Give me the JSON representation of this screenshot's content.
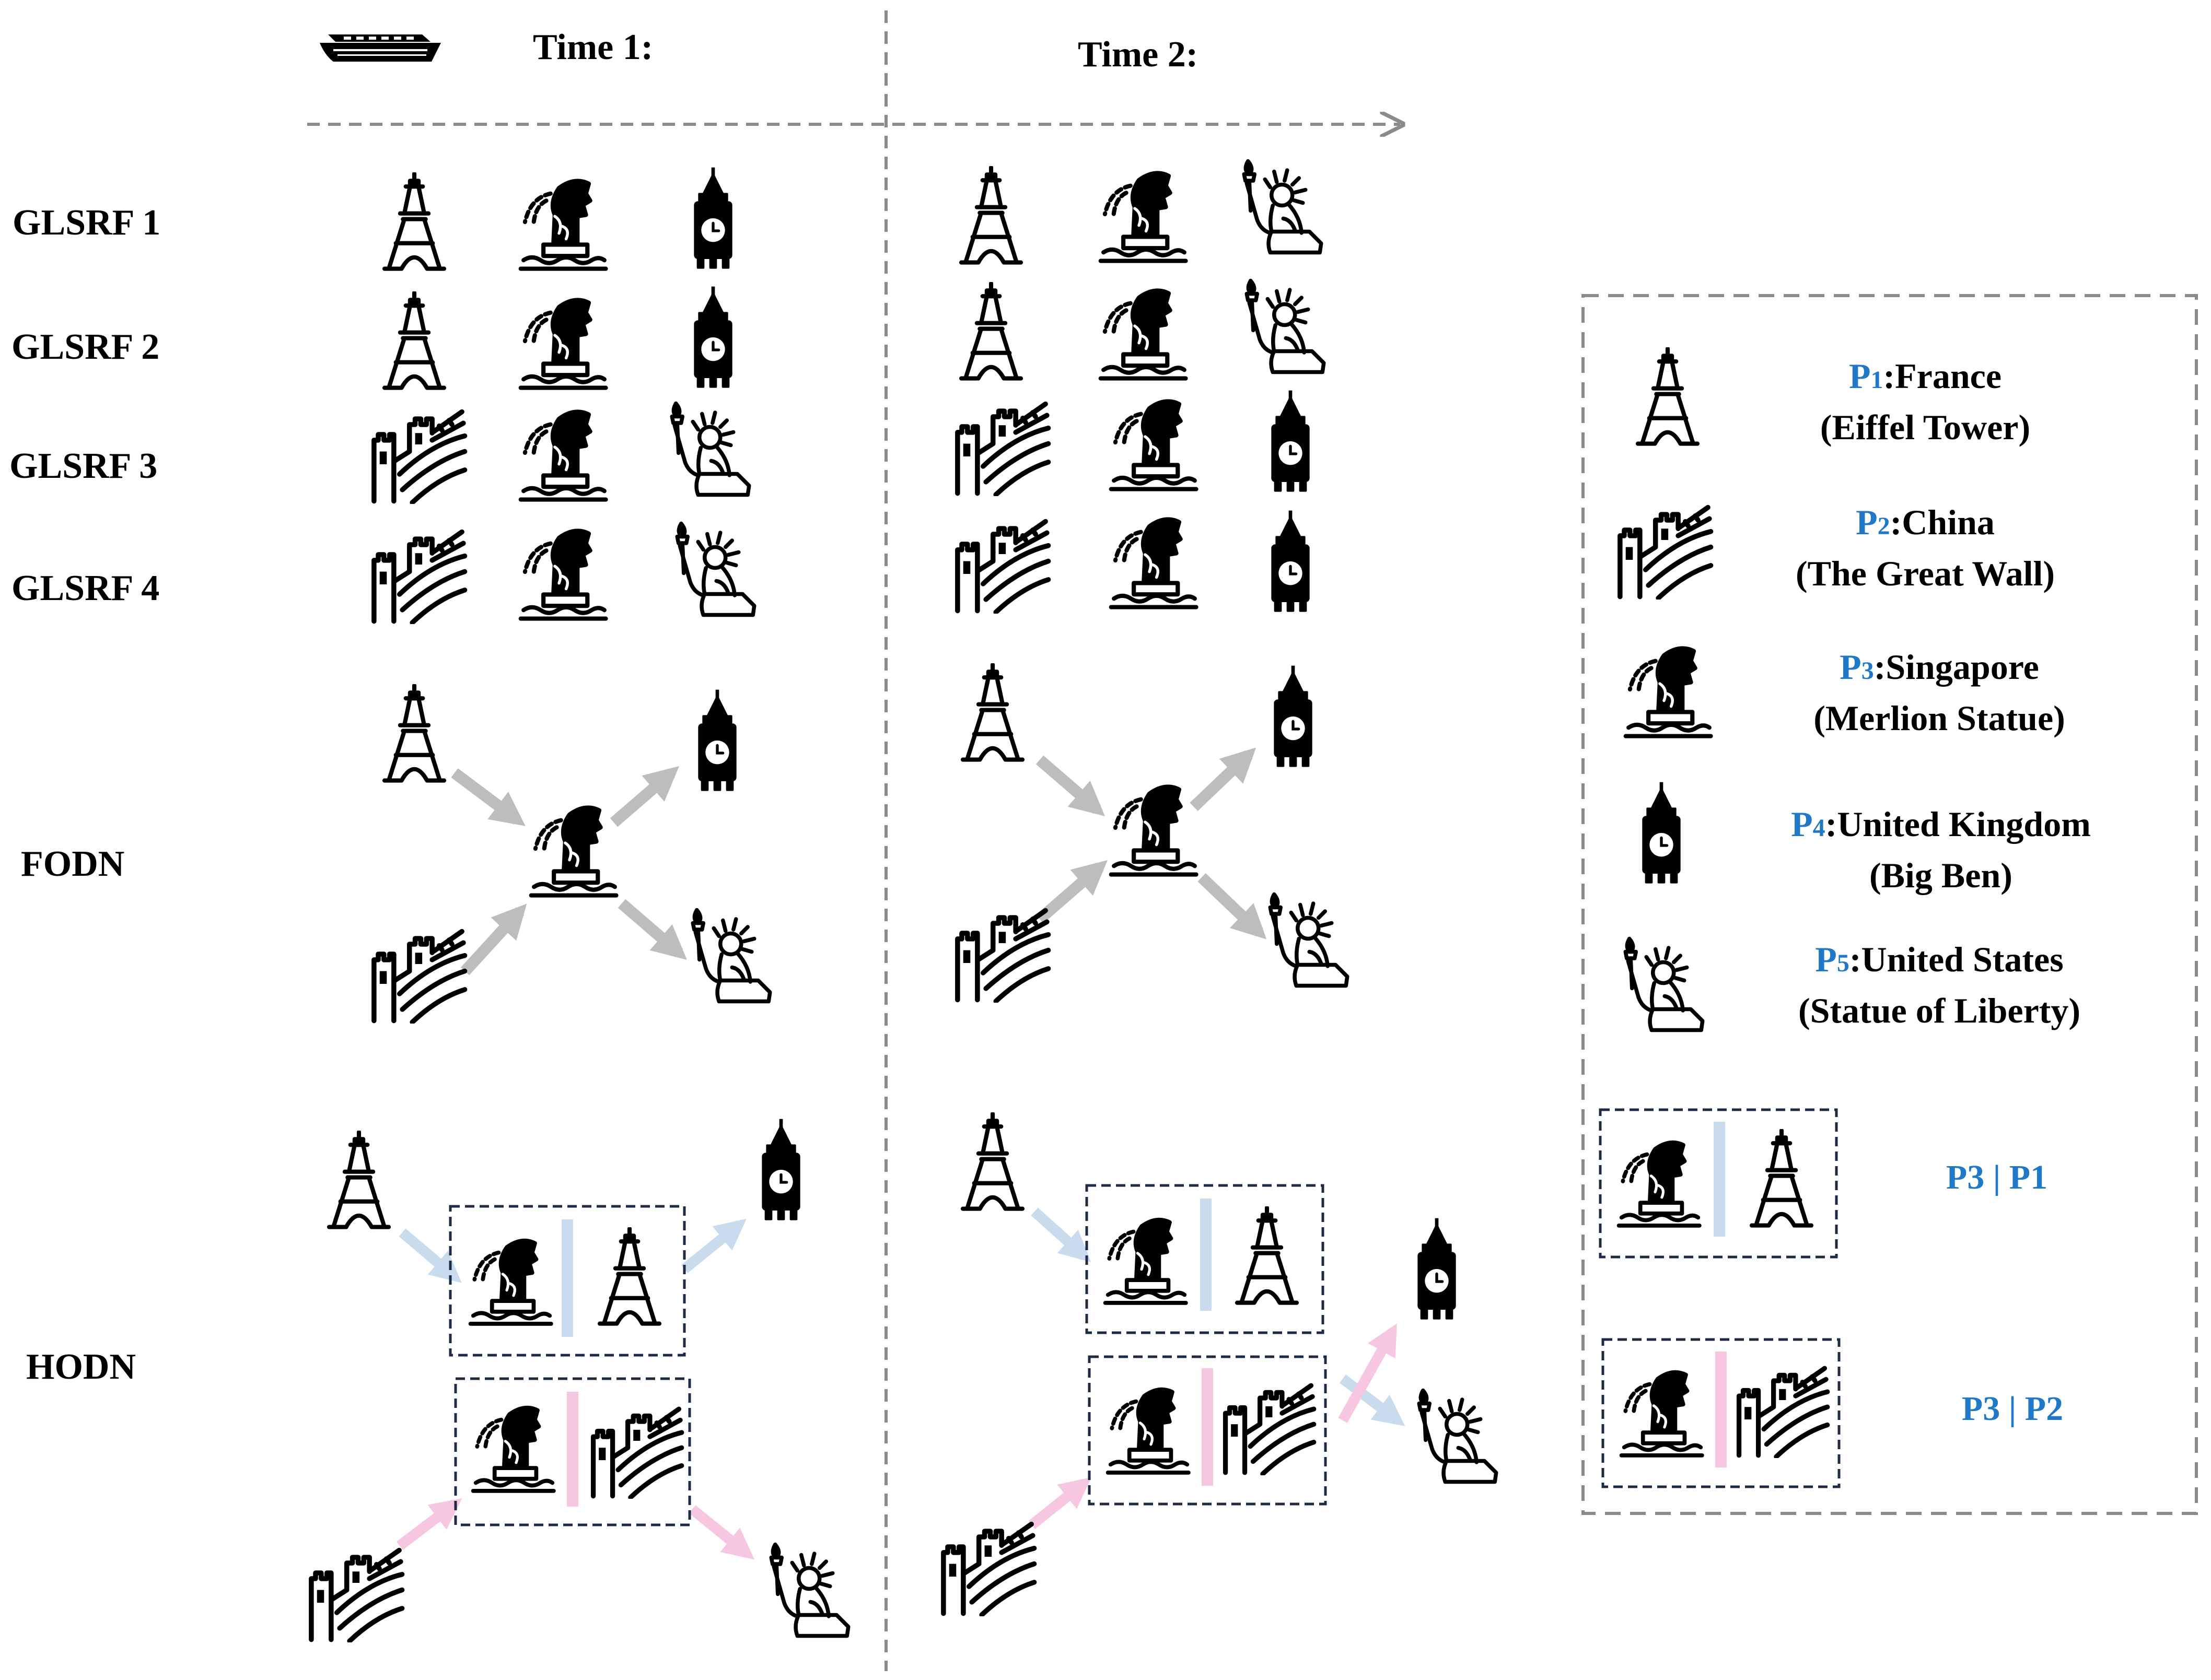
{
  "header": {
    "time1": "Time 1:",
    "time2": "Time 2:",
    "ship_icon": "cruise-ship-icon"
  },
  "rows": {
    "glsrf1": "GLSRF 1",
    "glsrf2": "GLSRF 2",
    "glsrf3": "GLSRF 3",
    "glsrf4": "GLSRF 4",
    "fodn": "FODN",
    "hodn": "HODN"
  },
  "icons": {
    "P1": "eiffel-tower-icon",
    "P2": "great-wall-icon",
    "P3": "merlion-icon",
    "P4": "big-ben-icon",
    "P5": "statue-of-liberty-icon"
  },
  "time1_sequences": {
    "glsrf1": [
      "P1",
      "P3",
      "P4"
    ],
    "glsrf2": [
      "P1",
      "P3",
      "P4"
    ],
    "glsrf3": [
      "P2",
      "P3",
      "P5"
    ],
    "glsrf4": [
      "P2",
      "P3",
      "P5"
    ]
  },
  "time2_sequences": {
    "glsrf1": [
      "P1",
      "P3",
      "P5"
    ],
    "glsrf2": [
      "P1",
      "P3",
      "P5"
    ],
    "glsrf3": [
      "P2",
      "P3",
      "P4"
    ],
    "glsrf4": [
      "P2",
      "P3",
      "P4"
    ]
  },
  "legend": {
    "items": [
      {
        "code": "P",
        "sub": "1",
        "country": ":France",
        "landmark": "(Eiffel Tower)"
      },
      {
        "code": "P",
        "sub": "2",
        "country": ":China",
        "landmark": "(The Great Wall)"
      },
      {
        "code": "P",
        "sub": "3",
        "country": ":Singapore",
        "landmark": "(Merlion Statue)"
      },
      {
        "code": "P",
        "sub": "4",
        "country": ":United Kingdom",
        "landmark": "(Big Ben)"
      },
      {
        "code": "P",
        "sub": "5",
        "country": ":United States",
        "landmark": "(Statue of Liberty)"
      }
    ],
    "combos": [
      {
        "label": "P3 | P1"
      },
      {
        "label": "P3 | P2"
      }
    ]
  },
  "colors": {
    "legend_code": "#1f78c8",
    "fodn_arrow": "#bdbdbd",
    "hodn_p1_arrow": "#c9dcee",
    "hodn_p2_arrow": "#f7c6e0",
    "dashed_box": "#1e2b45",
    "divider": "#8a8a8a"
  }
}
